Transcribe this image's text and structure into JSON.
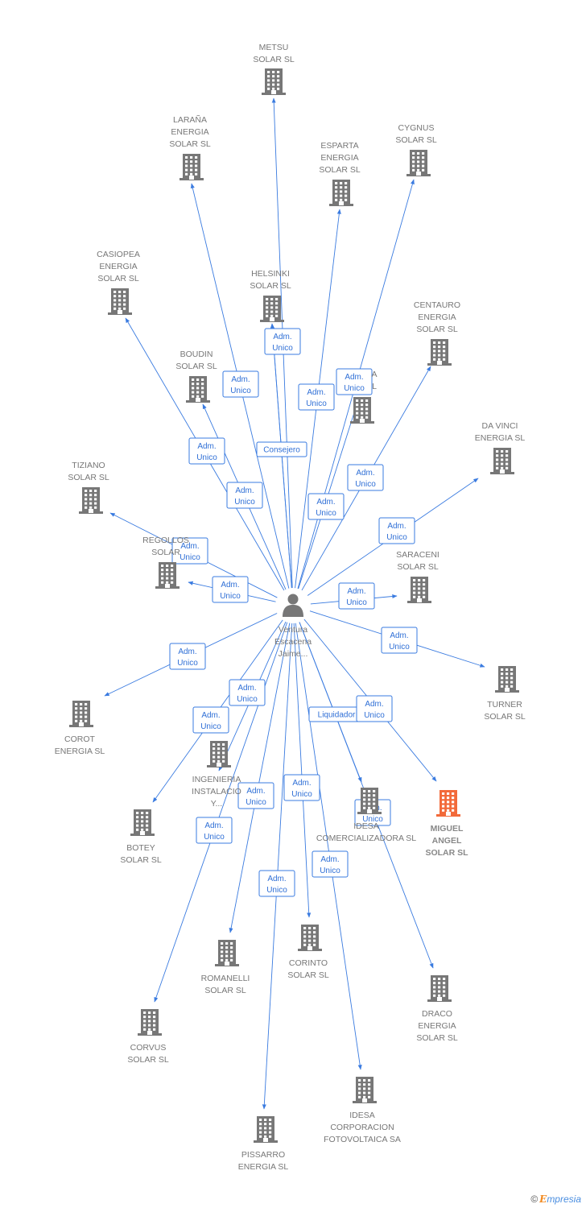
{
  "colors": {
    "edge": "#3a7be0",
    "node": "#777777",
    "highlight": "#f26a3a",
    "person": "#777777"
  },
  "person": {
    "lines": [
      "Ventura",
      "Escacena",
      "Jaime..."
    ]
  },
  "nodes": [
    {
      "id": "metsu",
      "lines": [
        "METSU",
        "SOLAR SL"
      ]
    },
    {
      "id": "larana",
      "lines": [
        "LARAÑA",
        "ENERGIA",
        "SOLAR SL"
      ]
    },
    {
      "id": "esparta",
      "lines": [
        "ESPARTA",
        "ENERGIA",
        "SOLAR SL"
      ]
    },
    {
      "id": "cygnus",
      "lines": [
        "CYGNUS",
        "SOLAR SL"
      ]
    },
    {
      "id": "casiopea",
      "lines": [
        "CASIOPEA",
        "ENERGIA",
        "SOLAR SL"
      ]
    },
    {
      "id": "helsinki",
      "lines": [
        "HELSINKI",
        "SOLAR SL"
      ]
    },
    {
      "id": "centauro",
      "lines": [
        "CENTAURO",
        "ENERGIA",
        "SOLAR SL"
      ]
    },
    {
      "id": "boudin",
      "lines": [
        "BOUDIN",
        "SOLAR SL"
      ]
    },
    {
      "id": "hidden",
      "lines": [
        "A",
        "L"
      ]
    },
    {
      "id": "davinci",
      "lines": [
        "DA VINCI",
        "ENERGIA SL"
      ]
    },
    {
      "id": "tiziano",
      "lines": [
        "TIZIANO",
        "SOLAR SL"
      ]
    },
    {
      "id": "regollos",
      "lines": [
        "REGOLLOS",
        "SOLAR"
      ]
    },
    {
      "id": "saraceni",
      "lines": [
        "SARACENI",
        "SOLAR SL"
      ]
    },
    {
      "id": "turner",
      "lines": [
        "TURNER",
        "SOLAR SL"
      ]
    },
    {
      "id": "corot",
      "lines": [
        "COROT",
        "ENERGIA SL"
      ]
    },
    {
      "id": "ingenieria",
      "lines": [
        "INGENIERIA",
        "INSTALACIO",
        "Y..."
      ]
    },
    {
      "id": "idesacom",
      "lines": [
        "IDESA",
        "COMERCIALIZADORA SL"
      ]
    },
    {
      "id": "miguel",
      "lines": [
        "MIGUEL",
        "ANGEL",
        "SOLAR SL"
      ],
      "highlight": true
    },
    {
      "id": "botey",
      "lines": [
        "BOTEY",
        "SOLAR SL"
      ]
    },
    {
      "id": "romanelli",
      "lines": [
        "ROMANELLI",
        "SOLAR SL"
      ]
    },
    {
      "id": "corinto",
      "lines": [
        "CORINTO",
        "SOLAR SL"
      ]
    },
    {
      "id": "draco",
      "lines": [
        "DRACO",
        "ENERGIA",
        "SOLAR SL"
      ]
    },
    {
      "id": "corvus",
      "lines": [
        "CORVUS",
        "SOLAR SL"
      ]
    },
    {
      "id": "idesacorp",
      "lines": [
        "IDESA",
        "CORPORACION",
        "FOTOVOLTAICA SA"
      ]
    },
    {
      "id": "pissarro",
      "lines": [
        "PISSARRO",
        "ENERGIA SL"
      ]
    }
  ],
  "edges": [
    {
      "to": "metsu",
      "label": [
        "Adm.",
        "Unico"
      ]
    },
    {
      "to": "larana",
      "label": [
        "Adm.",
        "Unico"
      ]
    },
    {
      "to": "esparta",
      "label": [
        "Adm.",
        "Unico"
      ]
    },
    {
      "to": "cygnus",
      "label": [
        "Adm.",
        "Unico"
      ]
    },
    {
      "to": "casiopea",
      "label": [
        "Adm.",
        "Unico"
      ]
    },
    {
      "to": "helsinki",
      "label": [
        "Consejero"
      ]
    },
    {
      "to": "centauro",
      "label": [
        "Adm.",
        "Unico"
      ]
    },
    {
      "to": "boudin",
      "label": [
        "Adm.",
        "Unico"
      ]
    },
    {
      "to": "hidden",
      "label": [
        "Adm.",
        "Unico"
      ]
    },
    {
      "to": "davinci",
      "label": [
        "Adm.",
        "Unico"
      ]
    },
    {
      "to": "tiziano",
      "label": [
        "Adm.",
        "Unico"
      ]
    },
    {
      "to": "regollos",
      "label": [
        "Adm.",
        "Unico"
      ]
    },
    {
      "to": "saraceni",
      "label": [
        "Adm.",
        "Unico"
      ]
    },
    {
      "to": "turner",
      "label": [
        "Adm.",
        "Unico"
      ]
    },
    {
      "to": "corot",
      "label": [
        "Adm.",
        "Unico"
      ]
    },
    {
      "to": "ingenieria",
      "label": [
        "Adm.",
        "Unico"
      ]
    },
    {
      "to": "idesacom",
      "label": [
        "Liquidador"
      ]
    },
    {
      "to": "miguel",
      "label": [
        "Adm.",
        "Unico"
      ]
    },
    {
      "to": "botey",
      "label": [
        "Adm.",
        "Unico"
      ]
    },
    {
      "to": "romanelli",
      "label": [
        "Adm.",
        "Unico"
      ]
    },
    {
      "to": "corinto",
      "label": [
        "Adm.",
        "Unico"
      ]
    },
    {
      "to": "draco",
      "label": [
        "Adm.",
        "Unico"
      ]
    },
    {
      "to": "corvus",
      "label": [
        "Adm.",
        "Unico"
      ]
    },
    {
      "to": "idesacorp",
      "label": [
        "Adm.",
        "Unico"
      ]
    },
    {
      "to": "pissarro",
      "label": [
        "Adm.",
        "Unico"
      ]
    },
    {
      "to": "helsinki",
      "label": [
        "Adm.",
        "Unico"
      ]
    }
  ],
  "brand": {
    "copyright": "©",
    "first": "E",
    "rest": "mpresia"
  }
}
